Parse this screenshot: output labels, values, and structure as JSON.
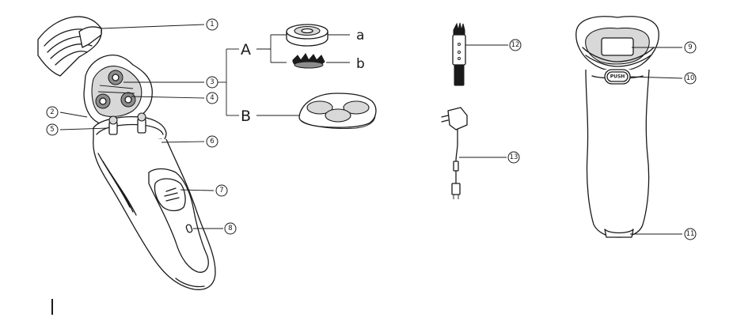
{
  "callouts": {
    "c1": "1",
    "c2": "2",
    "c3": "3",
    "c4": "4",
    "c5": "5",
    "c6": "6",
    "c7": "7",
    "c8": "8",
    "c9": "9",
    "c10": "10",
    "c11": "11",
    "c12": "12",
    "c13": "13"
  },
  "group_labels": {
    "A": "A",
    "B": "B",
    "a": "a",
    "b": "b"
  },
  "button_label": "PUSH"
}
